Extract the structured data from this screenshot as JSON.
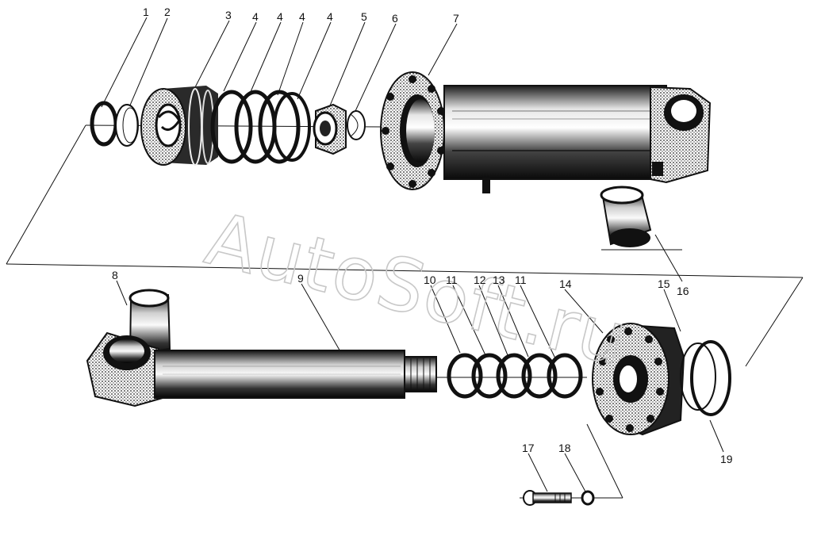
{
  "watermark": "AutoSoft.ru",
  "callouts": {
    "c1": "1",
    "c2": "2",
    "c3": "3",
    "c4a": "4",
    "c4b": "4",
    "c4c": "4",
    "c4d": "4",
    "c5": "5",
    "c6": "6",
    "c7": "7",
    "c8": "8",
    "c9": "9",
    "c10": "10",
    "c11a": "11",
    "c12": "12",
    "c13": "13",
    "c11b": "11",
    "c14": "14",
    "c15": "15",
    "c16": "16",
    "c17": "17",
    "c18": "18",
    "c19": "19"
  },
  "colors": {
    "ink": "#111111",
    "shade": "#3a3a3a",
    "paper": "#ffffff",
    "watermark": "#c8c8c8"
  }
}
